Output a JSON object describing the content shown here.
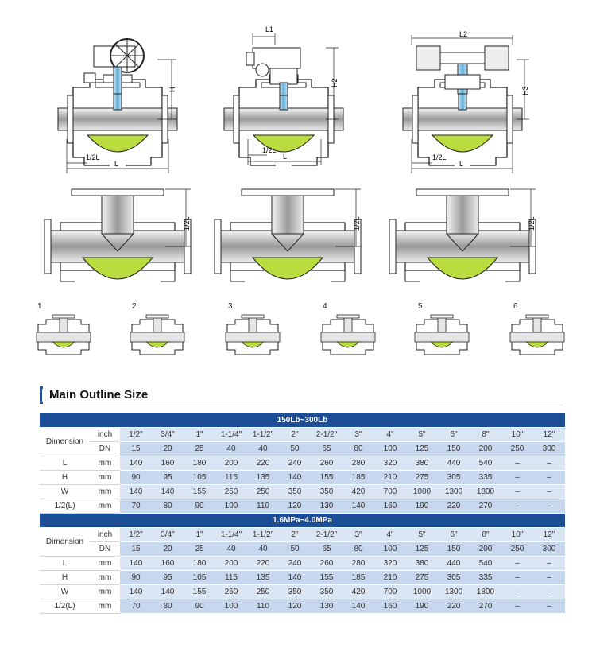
{
  "section_title": "Main Outline Size",
  "drawing_labels": {
    "L1": "L1",
    "L2": "L2",
    "H": "H",
    "H2": "H2",
    "H3": "H3",
    "L": "L",
    "half_L": "1/2L"
  },
  "flow_patterns": [
    "1",
    "2",
    "3",
    "4",
    "5",
    "6"
  ],
  "tables": [
    {
      "band": "150Lb~300Lb",
      "dimension_label": "Dimension",
      "size_unit": "inch",
      "dn_label": "DN",
      "sizes_inch": [
        "1/2\"",
        "3/4\"",
        "1\"",
        "1-1/4\"",
        "1-1/2\"",
        "2\"",
        "2-1/2\"",
        "3\"",
        "4\"",
        "5\"",
        "6\"",
        "8\"",
        "10\"",
        "12\""
      ],
      "dn": [
        "15",
        "20",
        "25",
        "40",
        "40",
        "50",
        "65",
        "80",
        "100",
        "125",
        "150",
        "200",
        "250",
        "300"
      ],
      "rows": [
        {
          "label": "L",
          "unit": "mm",
          "values": [
            "140",
            "160",
            "180",
            "200",
            "220",
            "240",
            "260",
            "280",
            "320",
            "380",
            "440",
            "540",
            "–",
            "–"
          ]
        },
        {
          "label": "H",
          "unit": "mm",
          "values": [
            "90",
            "95",
            "105",
            "115",
            "135",
            "140",
            "155",
            "185",
            "210",
            "275",
            "305",
            "335",
            "–",
            "–"
          ]
        },
        {
          "label": "W",
          "unit": "mm",
          "values": [
            "140",
            "140",
            "155",
            "250",
            "250",
            "350",
            "350",
            "420",
            "700",
            "1000",
            "1300",
            "1800",
            "–",
            "–"
          ]
        },
        {
          "label": "1/2(L)",
          "unit": "mm",
          "values": [
            "70",
            "80",
            "90",
            "100",
            "110",
            "120",
            "130",
            "140",
            "160",
            "190",
            "220",
            "270",
            "–",
            "–"
          ]
        }
      ]
    },
    {
      "band": "1.6MPa~4.0MPa",
      "dimension_label": "Dimension",
      "size_unit": "inch",
      "dn_label": "DN",
      "sizes_inch": [
        "1/2\"",
        "3/4\"",
        "1\"",
        "1-1/4\"",
        "1-1/2\"",
        "2\"",
        "2-1/2\"",
        "3\"",
        "4\"",
        "5\"",
        "6\"",
        "8\"",
        "10\"",
        "12\""
      ],
      "dn": [
        "15",
        "20",
        "25",
        "40",
        "40",
        "50",
        "65",
        "80",
        "100",
        "125",
        "150",
        "200",
        "250",
        "300"
      ],
      "rows": [
        {
          "label": "L",
          "unit": "mm",
          "values": [
            "140",
            "160",
            "180",
            "200",
            "220",
            "240",
            "260",
            "280",
            "320",
            "380",
            "440",
            "540",
            "–",
            "–"
          ]
        },
        {
          "label": "H",
          "unit": "mm",
          "values": [
            "90",
            "95",
            "105",
            "115",
            "135",
            "140",
            "155",
            "185",
            "210",
            "275",
            "305",
            "335",
            "–",
            "–"
          ]
        },
        {
          "label": "W",
          "unit": "mm",
          "values": [
            "140",
            "140",
            "155",
            "250",
            "250",
            "350",
            "350",
            "420",
            "700",
            "1000",
            "1300",
            "1800",
            "–",
            "–"
          ]
        },
        {
          "label": "1/2(L)",
          "unit": "mm",
          "values": [
            "70",
            "80",
            "90",
            "100",
            "110",
            "120",
            "130",
            "140",
            "160",
            "190",
            "220",
            "270",
            "–",
            "–"
          ]
        }
      ]
    }
  ],
  "colors": {
    "band": "#1c4d97",
    "cell": "#dbe6f5",
    "cell_alt": "#c6d7ee",
    "ball": "#b9dd3f",
    "accent": "#d6a44a"
  }
}
